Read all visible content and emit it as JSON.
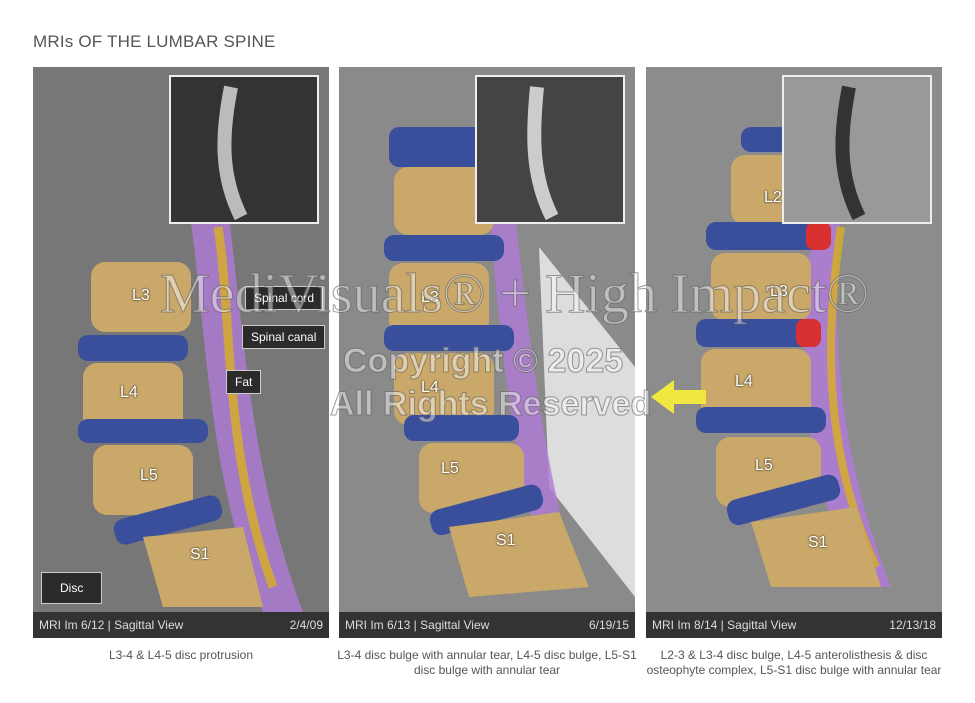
{
  "title": "MRIs OF THE LUMBAR SPINE",
  "panels": [
    {
      "caption": "MRI Im 6/12 | Sagittal View",
      "date": "2/4/09",
      "description": "L3-4 & L4-5 disc protrusion",
      "vertebrae": [
        "L3",
        "L4",
        "L5",
        "S1"
      ]
    },
    {
      "caption": "MRI Im 6/13 | Sagittal View",
      "date": "6/19/15",
      "description": "L3-4 disc bulge with annular tear, L4-5 disc bulge, L5-S1 disc bulge with annular tear",
      "vertebrae": [
        "L3",
        "L4",
        "L5",
        "S1"
      ]
    },
    {
      "caption": "MRI Im 8/14 | Sagittal View",
      "date": "12/13/18",
      "description": "L2-3 & L3-4 disc bulge, L4-5 anterolisthesis & disc osteophyte complex, L5-S1 disc bulge with annular tear",
      "vertebrae": [
        "L2",
        "L3",
        "L4",
        "L5",
        "S1"
      ]
    }
  ],
  "callouts": {
    "spinal_cord": "Spinal cord",
    "spinal_canal": "Spinal canal",
    "fat": "Fat",
    "disc": "Disc"
  },
  "watermark": {
    "line1": "MediVisuals® + High Impact®",
    "line2": "Copyright © 2025",
    "line3": "All Rights Reserved"
  },
  "colors": {
    "bone": "#c9a86a",
    "disc": "#3a4f9c",
    "canal": "#b07ad8",
    "fat": "#d8b020",
    "inflammation": "#d83030",
    "arrow": "#f0e840"
  }
}
